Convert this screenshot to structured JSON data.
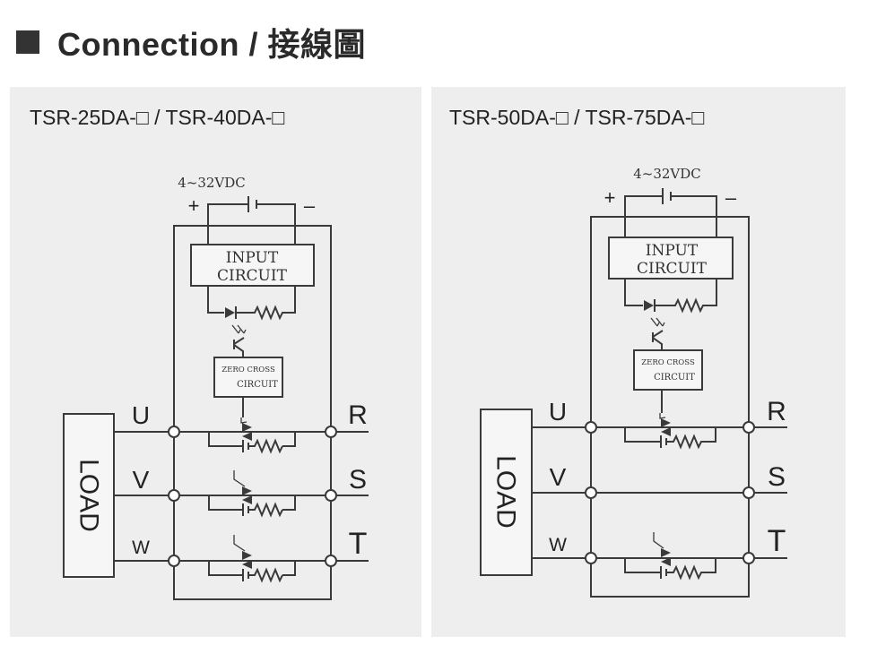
{
  "header": {
    "title": "Connection / 接線圖"
  },
  "panels": [
    {
      "title": "TSR-25DA-□ / TSR-40DA-□",
      "supply": "4~32VDC",
      "plus": "+",
      "minus": "–",
      "input_circuit": [
        "INPUT",
        "CIRCUIT"
      ],
      "zero_cross": [
        "ZERO CROSS",
        "CIRCUIT"
      ],
      "load": "LOAD",
      "load_terminals": [
        "U",
        "V",
        "W"
      ],
      "line_terminals": [
        "R",
        "S",
        "T"
      ]
    },
    {
      "title": "TSR-50DA-□ / TSR-75DA-□",
      "supply": "4~32VDC",
      "plus": "+",
      "minus": "–",
      "input_circuit": [
        "INPUT",
        "CIRCUIT"
      ],
      "zero_cross": [
        "ZERO CROSS",
        "CIRCUIT"
      ],
      "load": "LOAD",
      "load_terminals": [
        "U",
        "V",
        "W"
      ],
      "line_terminals": [
        "R",
        "S",
        "T"
      ]
    }
  ]
}
